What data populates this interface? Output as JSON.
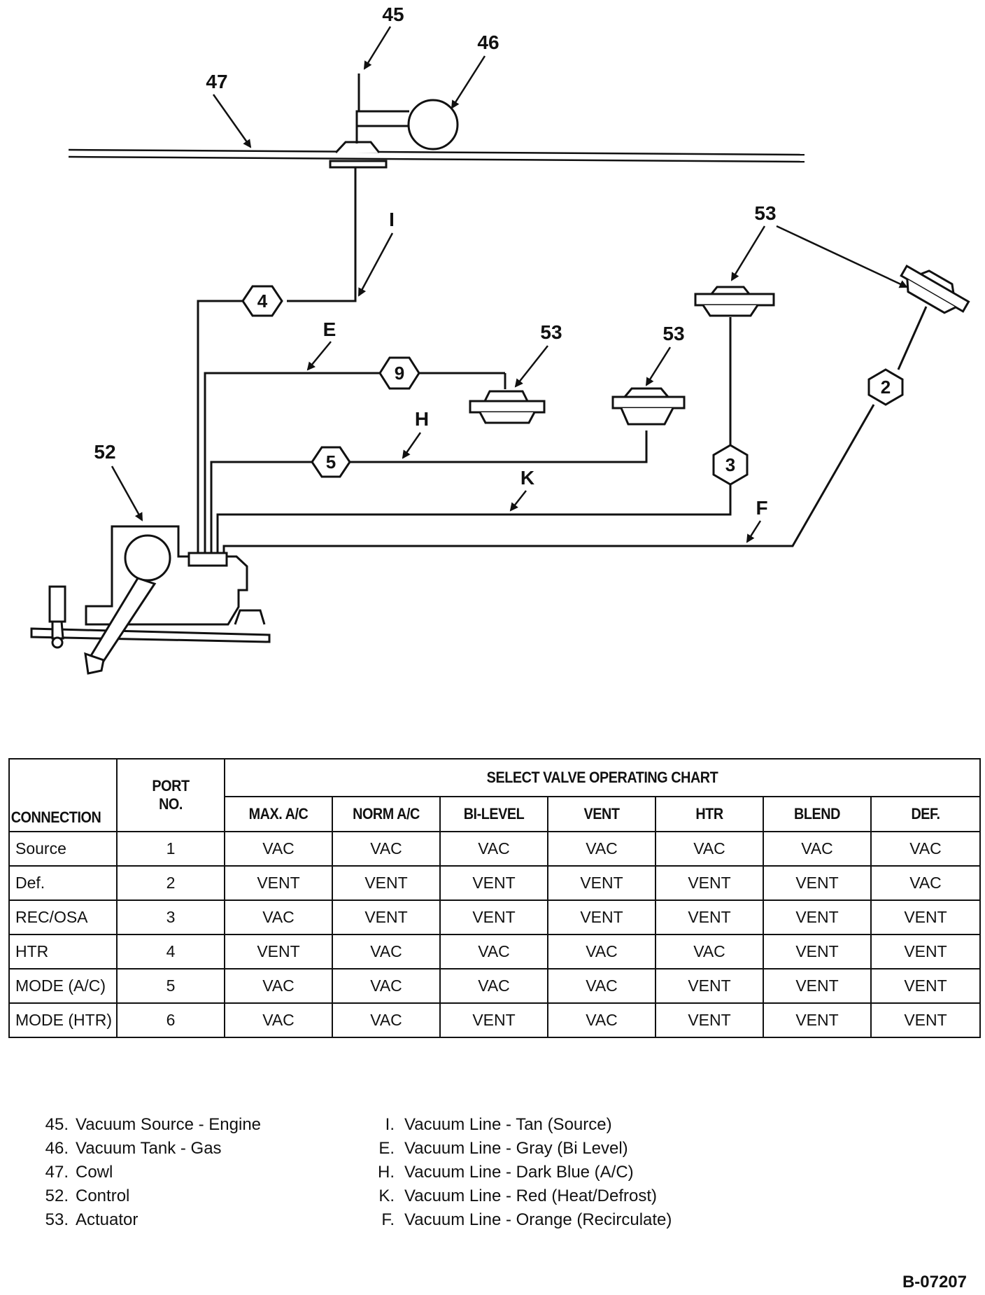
{
  "callouts": {
    "c45": "45",
    "c46": "46",
    "c47": "47",
    "c52": "52",
    "c53a": "53",
    "c53b": "53",
    "c53c": "53"
  },
  "line_labels": {
    "i": "I",
    "e": "E",
    "h": "H",
    "k": "K",
    "f": "F"
  },
  "ports": {
    "p4": "4",
    "p9": "9",
    "p5": "5",
    "p3": "3",
    "p2": "2"
  },
  "chart": {
    "title": "SELECT VALVE OPERATING CHART",
    "connection_header": "CONNECTION",
    "port_header_line1": "PORT",
    "port_header_line2": "NO.",
    "columns": [
      "MAX. A/C",
      "NORM A/C",
      "BI-LEVEL",
      "VENT",
      "HTR",
      "BLEND",
      "DEF."
    ],
    "rows": [
      {
        "connection": "Source",
        "port": "1",
        "values": [
          "VAC",
          "VAC",
          "VAC",
          "VAC",
          "VAC",
          "VAC",
          "VAC"
        ]
      },
      {
        "connection": "Def.",
        "port": "2",
        "values": [
          "VENT",
          "VENT",
          "VENT",
          "VENT",
          "VENT",
          "VENT",
          "VAC"
        ]
      },
      {
        "connection": "REC/OSA",
        "port": "3",
        "values": [
          "VAC",
          "VENT",
          "VENT",
          "VENT",
          "VENT",
          "VENT",
          "VENT"
        ]
      },
      {
        "connection": "HTR",
        "port": "4",
        "values": [
          "VENT",
          "VAC",
          "VAC",
          "VAC",
          "VAC",
          "VENT",
          "VENT"
        ]
      },
      {
        "connection": "MODE (A/C)",
        "port": "5",
        "values": [
          "VAC",
          "VAC",
          "VAC",
          "VAC",
          "VENT",
          "VENT",
          "VENT"
        ]
      },
      {
        "connection": "MODE (HTR)",
        "port": "6",
        "values": [
          "VAC",
          "VAC",
          "VENT",
          "VAC",
          "VENT",
          "VENT",
          "VENT"
        ]
      }
    ]
  },
  "legend": {
    "parts": [
      {
        "num": "45.",
        "text": "Vacuum Source - Engine"
      },
      {
        "num": "46.",
        "text": "Vacuum Tank - Gas"
      },
      {
        "num": "47.",
        "text": "Cowl"
      },
      {
        "num": "52.",
        "text": "Control"
      },
      {
        "num": "53.",
        "text": "Actuator"
      }
    ],
    "lines": [
      {
        "num": "I.",
        "text": "Vacuum Line - Tan (Source)"
      },
      {
        "num": "E.",
        "text": "Vacuum Line - Gray (Bi Level)"
      },
      {
        "num": "H.",
        "text": "Vacuum Line - Dark Blue (A/C)"
      },
      {
        "num": "K.",
        "text": "Vacuum Line - Red (Heat/Defrost)"
      },
      {
        "num": "F.",
        "text": "Vacuum Line - Orange (Recirculate)"
      }
    ]
  },
  "figure_code": "B-07207"
}
